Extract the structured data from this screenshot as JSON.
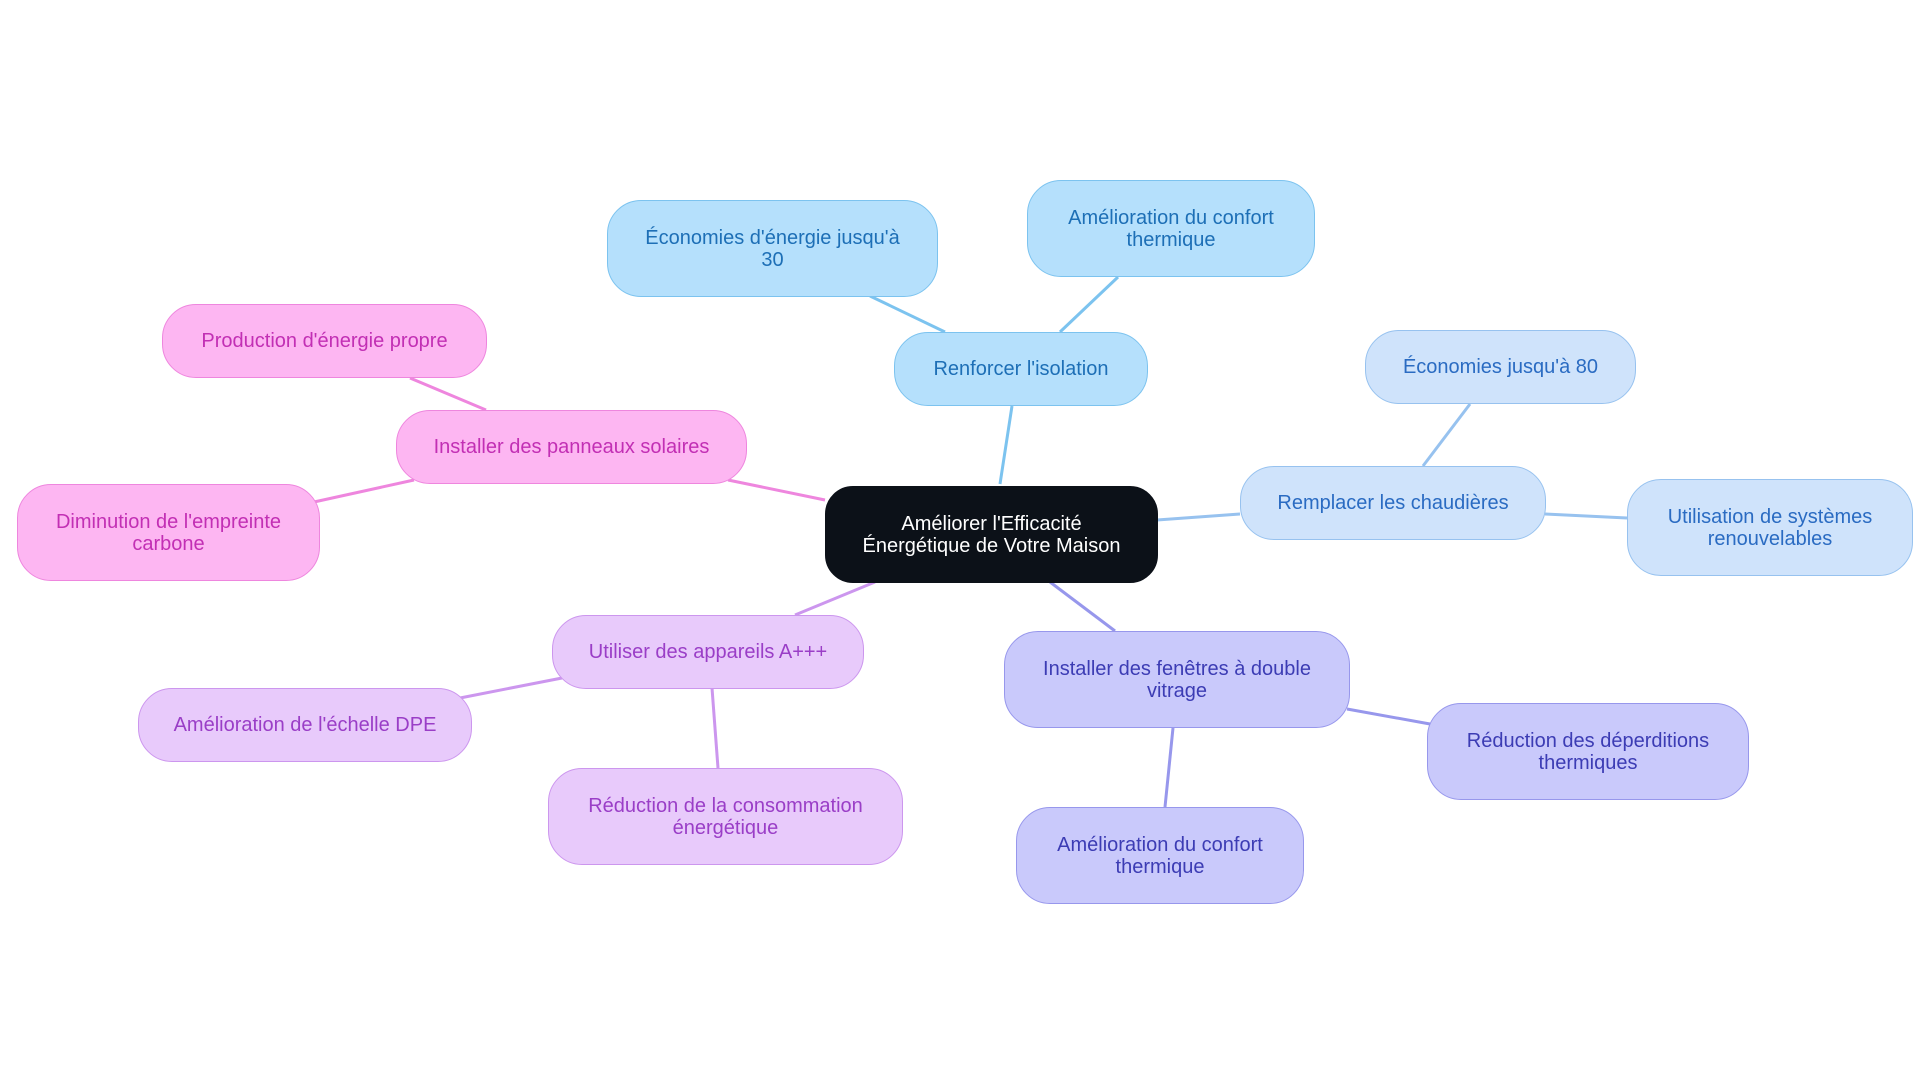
{
  "central": "Améliorer l'Efficacité\nÉnergétique de Votre Maison",
  "branches": [
    {
      "id": "isolation",
      "label": "Renforcer l'isolation",
      "color": "#7cc3ef",
      "children": [
        "Économies d'énergie jusqu'à\n30",
        "Amélioration du confort\nthermique"
      ]
    },
    {
      "id": "chaudieres",
      "label": "Remplacer les chaudières",
      "color": "#97c2ef",
      "children": [
        "Économies jusqu'à 80",
        "Utilisation de systèmes\nrenouvelables"
      ]
    },
    {
      "id": "fenetres",
      "label": "Installer des fenêtres à double\nvitrage",
      "color": "#9797ec",
      "children": [
        "Réduction des déperditions\nthermiques",
        "Amélioration du confort\nthermique"
      ]
    },
    {
      "id": "appareils",
      "label": "Utiliser des appareils A+++",
      "color": "#cc96ee",
      "children": [
        "Amélioration de l'échelle DPE",
        "Réduction de la consommation\nénergétique"
      ]
    },
    {
      "id": "solaires",
      "label": "Installer des panneaux solaires",
      "color": "#ee86de",
      "children": [
        "Production d'énergie propre",
        "Diminution de l'empreinte\ncarbone"
      ]
    }
  ]
}
